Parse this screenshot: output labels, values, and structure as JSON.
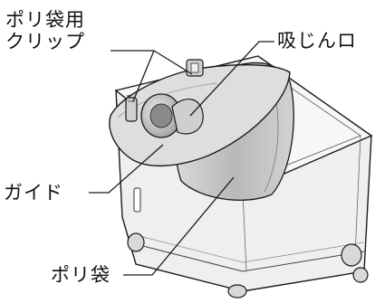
{
  "labels": {
    "bag_clip_line1": "ポリ袋用",
    "bag_clip_line2": "クリップ",
    "suction_port": "吸じんロ",
    "guide": "ガイド",
    "bag": "ポリ袋"
  },
  "colors": {
    "line": "#1a1a1a",
    "container_fill": "#ececec",
    "guide_fill": "#dcdcdc",
    "bag_fill": "#c9c9c9",
    "port_fill": "#bfbfbf"
  }
}
